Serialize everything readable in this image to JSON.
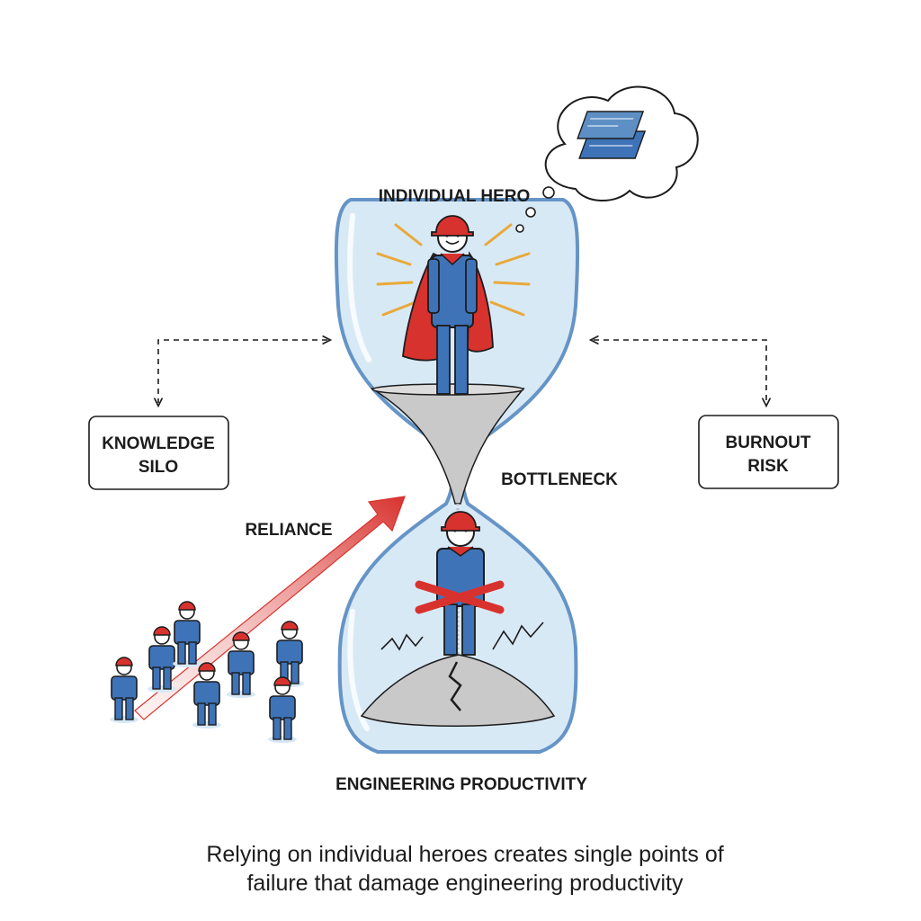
{
  "labels": {
    "individual_hero": "INDIVIDUAL HERO",
    "knowledge_silo": [
      "KNOWLEDGE",
      "SILO"
    ],
    "burnout_risk": [
      "BURNOUT",
      "RISK"
    ],
    "bottleneck": "BOTTLENECK",
    "reliance": "RELIANCE",
    "engineering_productivity": "ENGINEERING PRODUCTIVITY"
  },
  "caption": {
    "line1": "Relying on individual heroes creates single points of",
    "line2": "failure that damage engineering productivity"
  },
  "colors": {
    "outline": "#1c1c1c",
    "worker_blue": "#3f73b8",
    "helmet_red": "#d8322e",
    "cape_red": "#d8322e",
    "glass_fill": "#d6e8f6",
    "glass_edge": "#5d8fc4",
    "sand": "#c9c9c9",
    "burst_yellow": "#e8a93a"
  },
  "icons": {
    "hero": "superhero-worker-icon",
    "blocked_worker": "crossed-out-worker-icon",
    "team": "worker-group-icon",
    "thought": "thought-cloud-blueprint-icon"
  }
}
